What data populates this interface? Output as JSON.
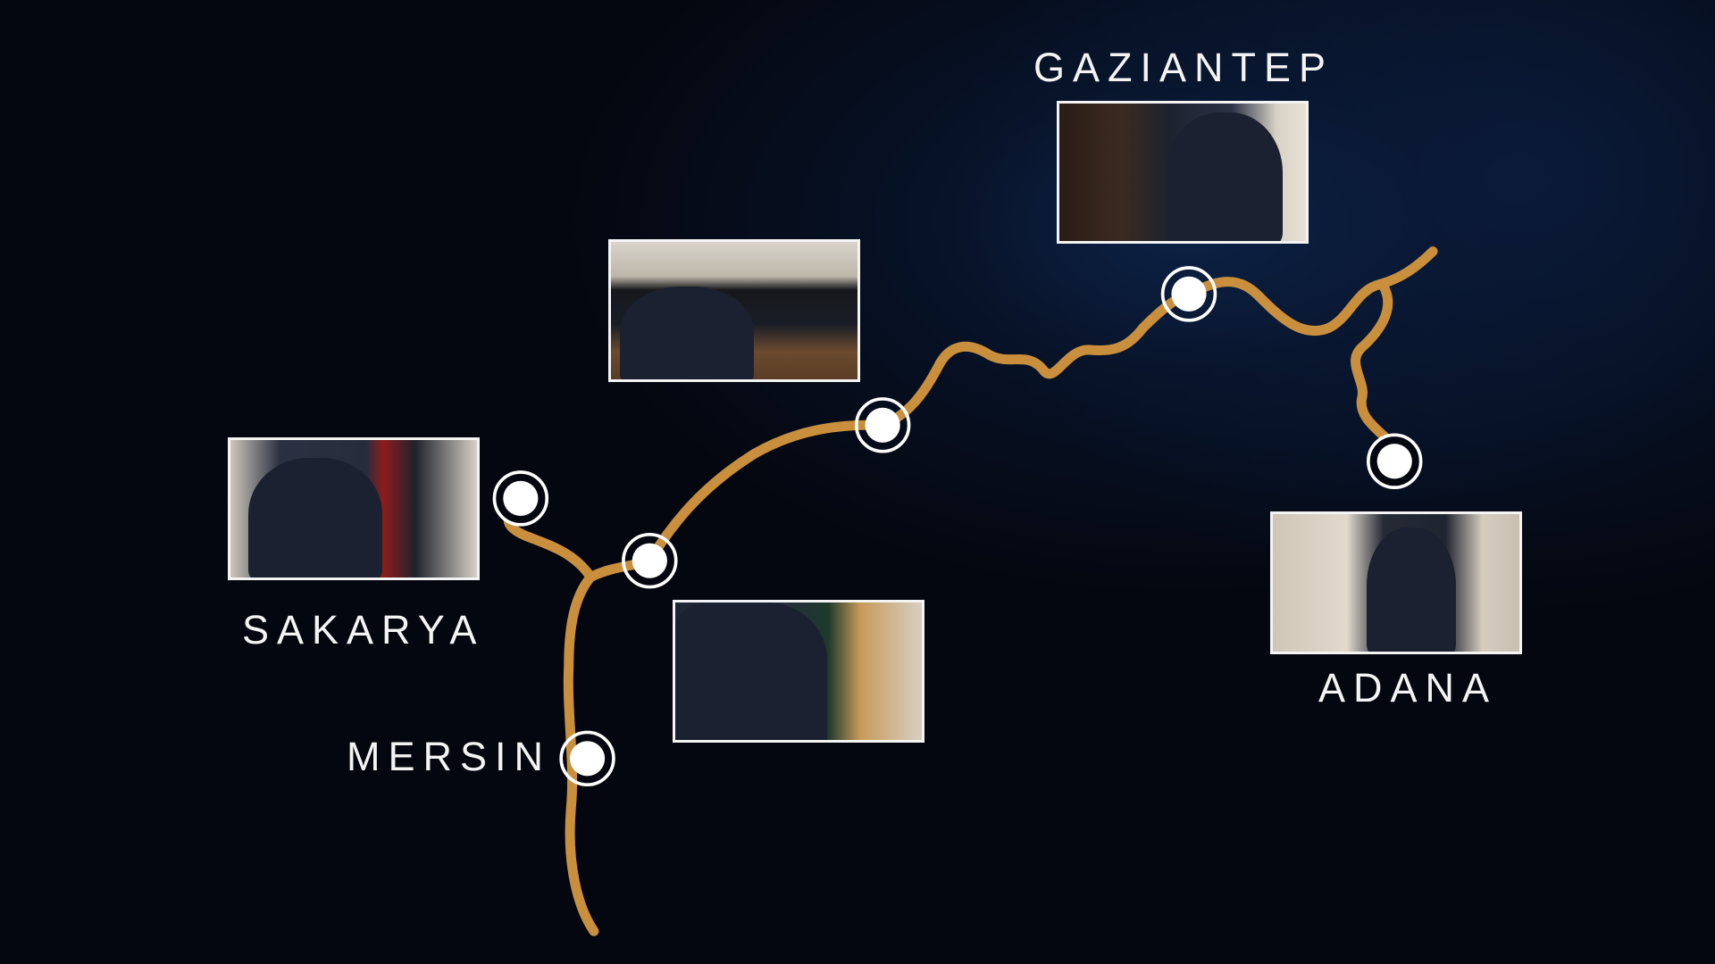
{
  "labels": {
    "gaziantep": "GAZIANTEP",
    "sakarya": "SAKARYA",
    "mersin": "MERSIN",
    "adana": "ADANA"
  },
  "colors": {
    "route": "#c98f3c",
    "marker": "#ffffff",
    "background": "#04070f"
  },
  "photos": [
    {
      "scene": "officer-at-apartment-door"
    },
    {
      "scene": "officer-at-tv-stand"
    },
    {
      "scene": "officer-searching-closet"
    },
    {
      "scene": "officer-at-shelf"
    },
    {
      "scene": "officer-in-hallway"
    }
  ]
}
